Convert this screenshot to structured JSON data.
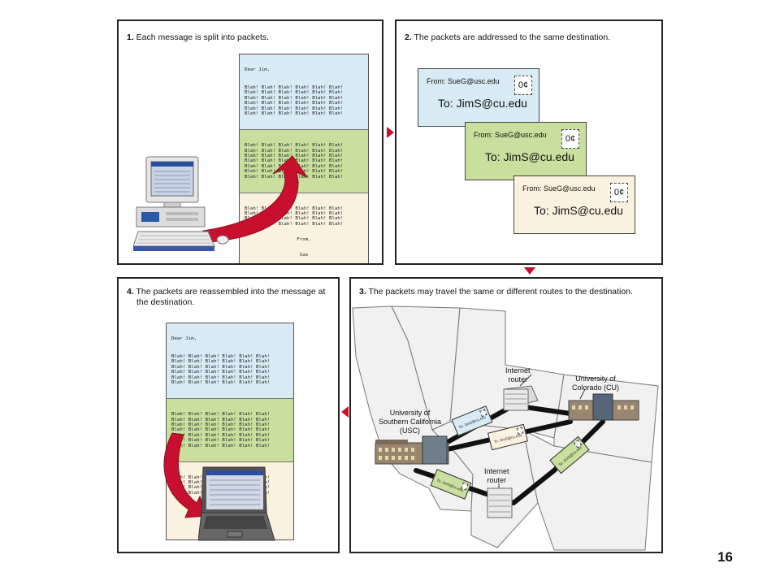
{
  "steps": {
    "s1": {
      "num": "1.",
      "text": " Each message is split into packets."
    },
    "s2": {
      "num": "2.",
      "text": " The packets are addressed to the same destination."
    },
    "s3": {
      "num": "3.",
      "text": " The packets may travel the same or different routes to the destination."
    },
    "s4": {
      "num": "4.",
      "text": " The packets are reassembled into the message at",
      "text2": "the destination."
    }
  },
  "letter": {
    "greeting": "Dear Jim,",
    "p1": "Blah! Blah! Blah! Blah! Blah! Blah!\nBlah! Blah! Blah! Blah! Blah! Blah!\nBlah! Blah! Blah! Blah! Blah! Blah!\nBlah! Blah! Blah! Blah! Blah! Blah!\nBlah! Blah! Blah! Blah! Blah! Blah!\nBlah! Blah! Blah! Blah! Blah! Blah!",
    "p2": "Blah! Blah! Blah! Blah! Blah! Blah!\nBlah! Blah! Blah! Blah! Blah! Blah!\nBlah! Blah! Blah! Blah! Blah! Blah!\nBlah! Blah! Blah! Blah! Blah! Blah!\nBlah! Blah! Blah! Blah! Blah! Blah!\nBlah! Blah! Blah! Blah! Blah! Blah!\nBlah! Blah! Blah! Blah! Blah! Blah!",
    "p3": "Blah! Blah! Blah! Blah! Blah! Blah!\nBlah! Blah! Blah! Blah! Blah! Blah!\nBlah! Blah! Blah! Blah! Blah! Blah!\nBlah! Blah! Blah! Blah! Blah! Blah!",
    "closing": "From,",
    "signature": "Sue"
  },
  "envelope": {
    "from": "From: SueG@usc.edu",
    "to": "To: JimS@cu.edu",
    "stamp": "0¢",
    "mini_to": "To: JimS@cu.edu"
  },
  "map": {
    "usc": "University of\nSouthern California\n(USC)",
    "cu": "University of\nColorado (CU)",
    "router1": "Internet\nrouter",
    "router2": "Internet\nrouter"
  },
  "colors": {
    "blue": "#d6ebf3",
    "green": "#c8df9e",
    "cream": "#fbf1df",
    "arrow_red": "#c8102e"
  },
  "page_number": "16"
}
